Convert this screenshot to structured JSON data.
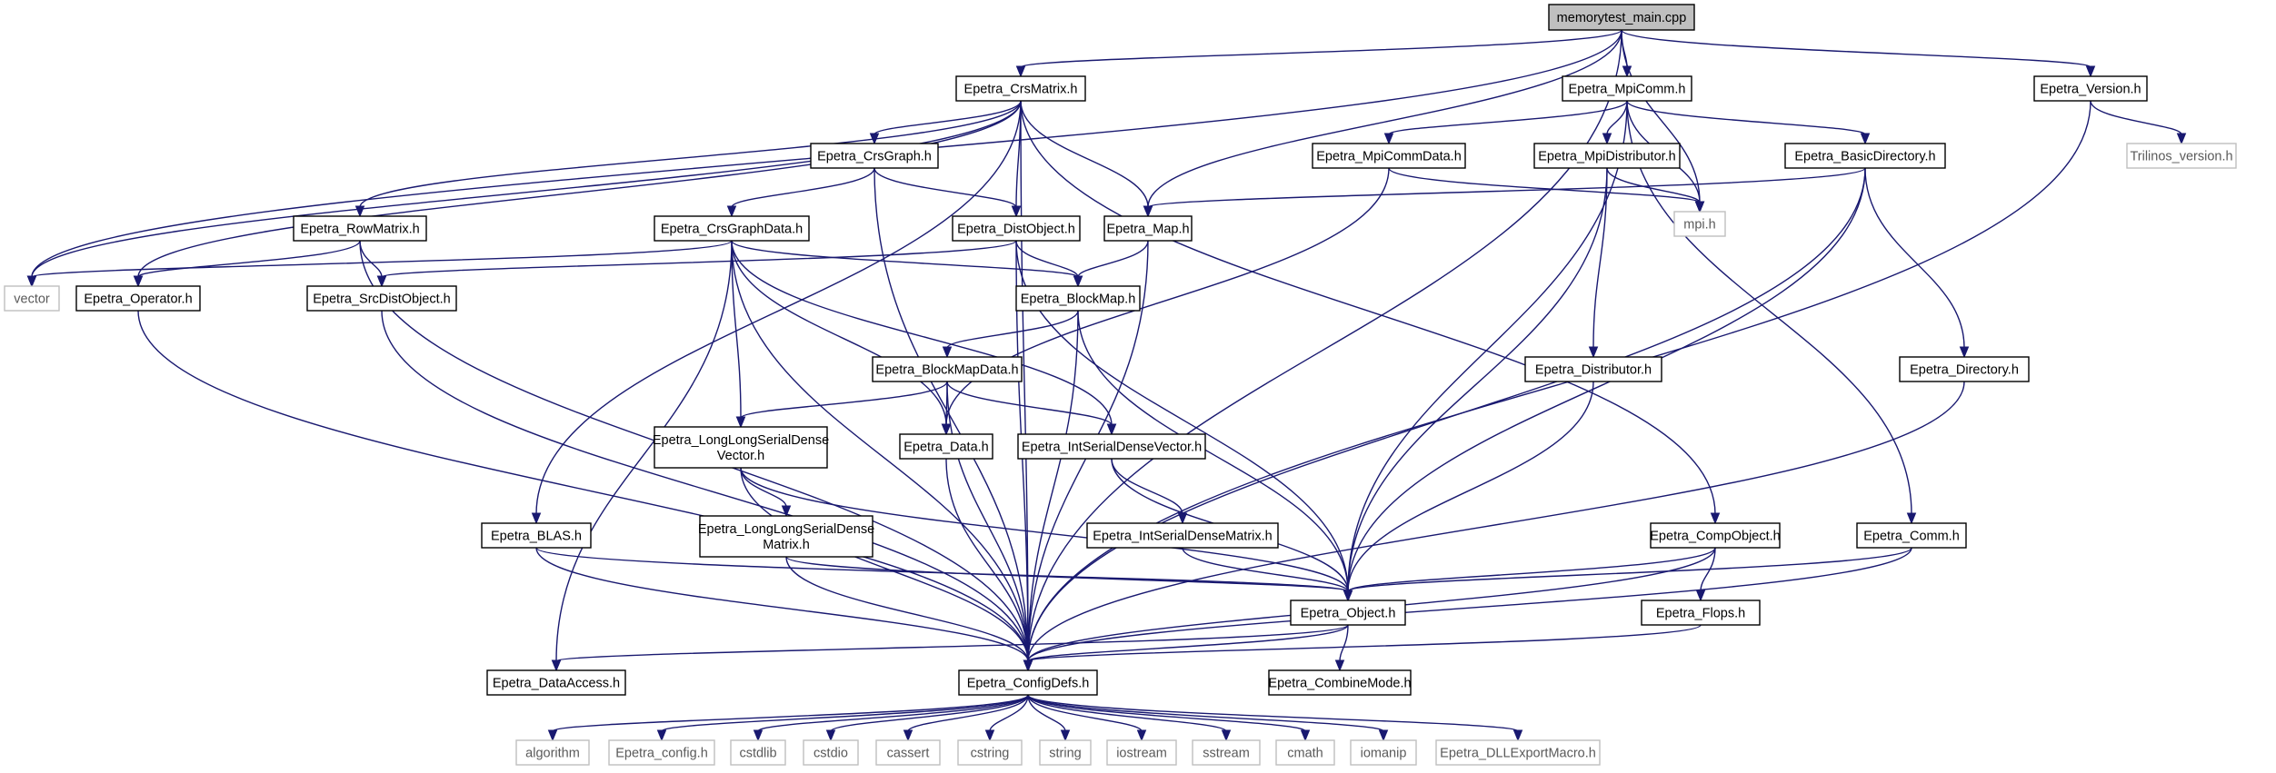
{
  "graph": {
    "colors": {
      "edge": "#191970",
      "root_fill": "#bfbfbf",
      "local_border": "#000000",
      "system_border": "#bfbfbf",
      "system_text": "#5a5a5a"
    },
    "nodes": [
      {
        "id": "memorytest_main",
        "lines": [
          "memorytest_main.cpp"
        ],
        "kind": "root"
      },
      {
        "id": "CrsMatrix",
        "lines": [
          "Epetra_CrsMatrix.h"
        ],
        "kind": "local"
      },
      {
        "id": "MpiComm",
        "lines": [
          "Epetra_MpiComm.h"
        ],
        "kind": "local"
      },
      {
        "id": "Version",
        "lines": [
          "Epetra_Version.h"
        ],
        "kind": "local"
      },
      {
        "id": "Trilinos_version",
        "lines": [
          "Trilinos_version.h"
        ],
        "kind": "system"
      },
      {
        "id": "CrsGraph",
        "lines": [
          "Epetra_CrsGraph.h"
        ],
        "kind": "local"
      },
      {
        "id": "MpiCommData",
        "lines": [
          "Epetra_MpiCommData.h"
        ],
        "kind": "local"
      },
      {
        "id": "MpiDistributor",
        "lines": [
          "Epetra_MpiDistributor.h"
        ],
        "kind": "local"
      },
      {
        "id": "BasicDirectory",
        "lines": [
          "Epetra_BasicDirectory.h"
        ],
        "kind": "local"
      },
      {
        "id": "mpi",
        "lines": [
          "mpi.h"
        ],
        "kind": "system"
      },
      {
        "id": "RowMatrix",
        "lines": [
          "Epetra_RowMatrix.h"
        ],
        "kind": "local"
      },
      {
        "id": "CrsGraphData",
        "lines": [
          "Epetra_CrsGraphData.h"
        ],
        "kind": "local"
      },
      {
        "id": "DistObject",
        "lines": [
          "Epetra_DistObject.h"
        ],
        "kind": "local"
      },
      {
        "id": "Map",
        "lines": [
          "Epetra_Map.h"
        ],
        "kind": "local"
      },
      {
        "id": "vector",
        "lines": [
          "vector"
        ],
        "kind": "system"
      },
      {
        "id": "Operator",
        "lines": [
          "Epetra_Operator.h"
        ],
        "kind": "local"
      },
      {
        "id": "SrcDistObject",
        "lines": [
          "Epetra_SrcDistObject.h"
        ],
        "kind": "local"
      },
      {
        "id": "BlockMap",
        "lines": [
          "Epetra_BlockMap.h"
        ],
        "kind": "local"
      },
      {
        "id": "BlockMapData",
        "lines": [
          "Epetra_BlockMapData.h"
        ],
        "kind": "local"
      },
      {
        "id": "Distributor",
        "lines": [
          "Epetra_Distributor.h"
        ],
        "kind": "local"
      },
      {
        "id": "Directory",
        "lines": [
          "Epetra_Directory.h"
        ],
        "kind": "local"
      },
      {
        "id": "LongLongSerialDenseVector",
        "lines": [
          "Epetra_LongLongSerialDense",
          "Vector.h"
        ],
        "kind": "local"
      },
      {
        "id": "Data",
        "lines": [
          "Epetra_Data.h"
        ],
        "kind": "local"
      },
      {
        "id": "IntSerialDenseVector",
        "lines": [
          "Epetra_IntSerialDenseVector.h"
        ],
        "kind": "local"
      },
      {
        "id": "LongLongSerialDenseMatrix",
        "lines": [
          "Epetra_LongLongSerialDense",
          "Matrix.h"
        ],
        "kind": "local"
      },
      {
        "id": "IntSerialDenseMatrix",
        "lines": [
          "Epetra_IntSerialDenseMatrix.h"
        ],
        "kind": "local"
      },
      {
        "id": "BLAS",
        "lines": [
          "Epetra_BLAS.h"
        ],
        "kind": "local"
      },
      {
        "id": "CompObject",
        "lines": [
          "Epetra_CompObject.h"
        ],
        "kind": "local"
      },
      {
        "id": "Comm",
        "lines": [
          "Epetra_Comm.h"
        ],
        "kind": "local"
      },
      {
        "id": "Object",
        "lines": [
          "Epetra_Object.h"
        ],
        "kind": "local"
      },
      {
        "id": "Flops",
        "lines": [
          "Epetra_Flops.h"
        ],
        "kind": "local"
      },
      {
        "id": "DataAccess",
        "lines": [
          "Epetra_DataAccess.h"
        ],
        "kind": "local"
      },
      {
        "id": "ConfigDefs",
        "lines": [
          "Epetra_ConfigDefs.h"
        ],
        "kind": "local"
      },
      {
        "id": "CombineMode",
        "lines": [
          "Epetra_CombineMode.h"
        ],
        "kind": "local"
      },
      {
        "id": "algorithm",
        "lines": [
          "algorithm"
        ],
        "kind": "system"
      },
      {
        "id": "Epetra_config",
        "lines": [
          "Epetra_config.h"
        ],
        "kind": "system"
      },
      {
        "id": "cstdlib",
        "lines": [
          "cstdlib"
        ],
        "kind": "system"
      },
      {
        "id": "cstdio",
        "lines": [
          "cstdio"
        ],
        "kind": "system"
      },
      {
        "id": "cassert",
        "lines": [
          "cassert"
        ],
        "kind": "system"
      },
      {
        "id": "cstring",
        "lines": [
          "cstring"
        ],
        "kind": "system"
      },
      {
        "id": "string",
        "lines": [
          "string"
        ],
        "kind": "system"
      },
      {
        "id": "iostream",
        "lines": [
          "iostream"
        ],
        "kind": "system"
      },
      {
        "id": "sstream",
        "lines": [
          "sstream"
        ],
        "kind": "system"
      },
      {
        "id": "cmath",
        "lines": [
          "cmath"
        ],
        "kind": "system"
      },
      {
        "id": "iomanip",
        "lines": [
          "iomanip"
        ],
        "kind": "system"
      },
      {
        "id": "DLLExportMacro",
        "lines": [
          "Epetra_DLLExportMacro.h"
        ],
        "kind": "system"
      }
    ],
    "edges": [
      [
        "memorytest_main",
        "CrsMatrix"
      ],
      [
        "memorytest_main",
        "MpiComm"
      ],
      [
        "memorytest_main",
        "Version"
      ],
      [
        "memorytest_main",
        "vector"
      ],
      [
        "memorytest_main",
        "Map"
      ],
      [
        "memorytest_main",
        "mpi"
      ],
      [
        "memorytest_main",
        "ConfigDefs"
      ],
      [
        "CrsMatrix",
        "CrsGraph"
      ],
      [
        "CrsMatrix",
        "DistObject"
      ],
      [
        "CrsMatrix",
        "Map"
      ],
      [
        "CrsMatrix",
        "RowMatrix"
      ],
      [
        "CrsMatrix",
        "Operator"
      ],
      [
        "CrsMatrix",
        "vector"
      ],
      [
        "CrsMatrix",
        "BLAS"
      ],
      [
        "CrsMatrix",
        "CompObject"
      ],
      [
        "CrsMatrix",
        "ConfigDefs"
      ],
      [
        "MpiComm",
        "MpiCommData"
      ],
      [
        "MpiComm",
        "MpiDistributor"
      ],
      [
        "MpiComm",
        "BasicDirectory"
      ],
      [
        "MpiComm",
        "mpi"
      ],
      [
        "MpiComm",
        "Object"
      ],
      [
        "MpiComm",
        "Comm"
      ],
      [
        "Version",
        "Trilinos_version"
      ],
      [
        "Version",
        "ConfigDefs"
      ],
      [
        "CrsGraph",
        "CrsGraphData"
      ],
      [
        "CrsGraph",
        "DistObject"
      ],
      [
        "CrsGraph",
        "ConfigDefs"
      ],
      [
        "MpiCommData",
        "mpi"
      ],
      [
        "MpiCommData",
        "Data"
      ],
      [
        "MpiDistributor",
        "mpi"
      ],
      [
        "MpiDistributor",
        "Distributor"
      ],
      [
        "MpiDistributor",
        "Object"
      ],
      [
        "BasicDirectory",
        "Map"
      ],
      [
        "BasicDirectory",
        "Directory"
      ],
      [
        "BasicDirectory",
        "Object"
      ],
      [
        "BasicDirectory",
        "ConfigDefs"
      ],
      [
        "RowMatrix",
        "Operator"
      ],
      [
        "RowMatrix",
        "SrcDistObject"
      ],
      [
        "RowMatrix",
        "ConfigDefs"
      ],
      [
        "CrsGraphData",
        "vector"
      ],
      [
        "CrsGraphData",
        "BlockMap"
      ],
      [
        "CrsGraphData",
        "Data"
      ],
      [
        "CrsGraphData",
        "IntSerialDenseVector"
      ],
      [
        "CrsGraphData",
        "LongLongSerialDenseVector"
      ],
      [
        "CrsGraphData",
        "DataAccess"
      ],
      [
        "CrsGraphData",
        "ConfigDefs"
      ],
      [
        "DistObject",
        "SrcDistObject"
      ],
      [
        "DistObject",
        "BlockMap"
      ],
      [
        "DistObject",
        "Object"
      ],
      [
        "DistObject",
        "ConfigDefs"
      ],
      [
        "Map",
        "BlockMap"
      ],
      [
        "Map",
        "ConfigDefs"
      ],
      [
        "Operator",
        "ConfigDefs"
      ],
      [
        "SrcDistObject",
        "ConfigDefs"
      ],
      [
        "BlockMap",
        "BlockMapData"
      ],
      [
        "BlockMap",
        "Object"
      ],
      [
        "BlockMap",
        "ConfigDefs"
      ],
      [
        "BlockMapData",
        "Data"
      ],
      [
        "BlockMapData",
        "IntSerialDenseVector"
      ],
      [
        "BlockMapData",
        "LongLongSerialDenseVector"
      ],
      [
        "BlockMapData",
        "ConfigDefs"
      ],
      [
        "Distributor",
        "Object"
      ],
      [
        "Directory",
        "ConfigDefs"
      ],
      [
        "LongLongSerialDenseVector",
        "LongLongSerialDenseMatrix"
      ],
      [
        "LongLongSerialDenseVector",
        "Object"
      ],
      [
        "LongLongSerialDenseVector",
        "ConfigDefs"
      ],
      [
        "Data",
        "ConfigDefs"
      ],
      [
        "IntSerialDenseVector",
        "IntSerialDenseMatrix"
      ],
      [
        "IntSerialDenseVector",
        "Object"
      ],
      [
        "LongLongSerialDenseMatrix",
        "Object"
      ],
      [
        "LongLongSerialDenseMatrix",
        "ConfigDefs"
      ],
      [
        "IntSerialDenseMatrix",
        "Object"
      ],
      [
        "BLAS",
        "Object"
      ],
      [
        "BLAS",
        "ConfigDefs"
      ],
      [
        "CompObject",
        "Object"
      ],
      [
        "CompObject",
        "Flops"
      ],
      [
        "CompObject",
        "ConfigDefs"
      ],
      [
        "Comm",
        "Object"
      ],
      [
        "Comm",
        "ConfigDefs"
      ],
      [
        "Object",
        "DataAccess"
      ],
      [
        "Object",
        "ConfigDefs"
      ],
      [
        "Object",
        "CombineMode"
      ],
      [
        "Flops",
        "ConfigDefs"
      ],
      [
        "ConfigDefs",
        "algorithm"
      ],
      [
        "ConfigDefs",
        "Epetra_config"
      ],
      [
        "ConfigDefs",
        "cstdlib"
      ],
      [
        "ConfigDefs",
        "cstdio"
      ],
      [
        "ConfigDefs",
        "cassert"
      ],
      [
        "ConfigDefs",
        "cstring"
      ],
      [
        "ConfigDefs",
        "string"
      ],
      [
        "ConfigDefs",
        "iostream"
      ],
      [
        "ConfigDefs",
        "sstream"
      ],
      [
        "ConfigDefs",
        "cmath"
      ],
      [
        "ConfigDefs",
        "iomanip"
      ],
      [
        "ConfigDefs",
        "DLLExportMacro"
      ]
    ]
  }
}
